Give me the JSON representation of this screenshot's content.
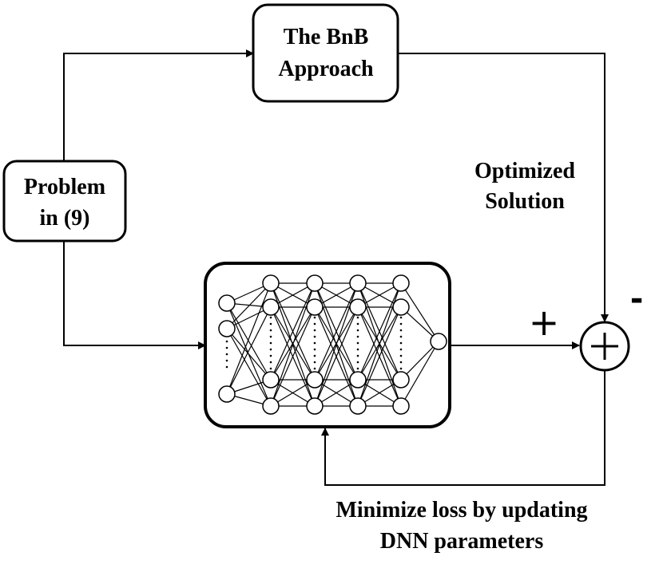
{
  "blocks": {
    "bnb": {
      "line1": "The BnB",
      "line2": "Approach"
    },
    "problem": {
      "line1": "Problem",
      "line2": "in (9)"
    },
    "dnn": {
      "icon": "neural-network-icon"
    }
  },
  "labels": {
    "optimized_line1": "Optimized",
    "optimized_line2": "Solution",
    "plus_sign": "+",
    "minus_sign": "-",
    "feedback_line1": "Minimize loss by updating",
    "feedback_line2": "DNN parameters"
  },
  "summer": {
    "symbol": "+"
  },
  "colors": {
    "stroke": "#000000",
    "fill": "#ffffff"
  }
}
